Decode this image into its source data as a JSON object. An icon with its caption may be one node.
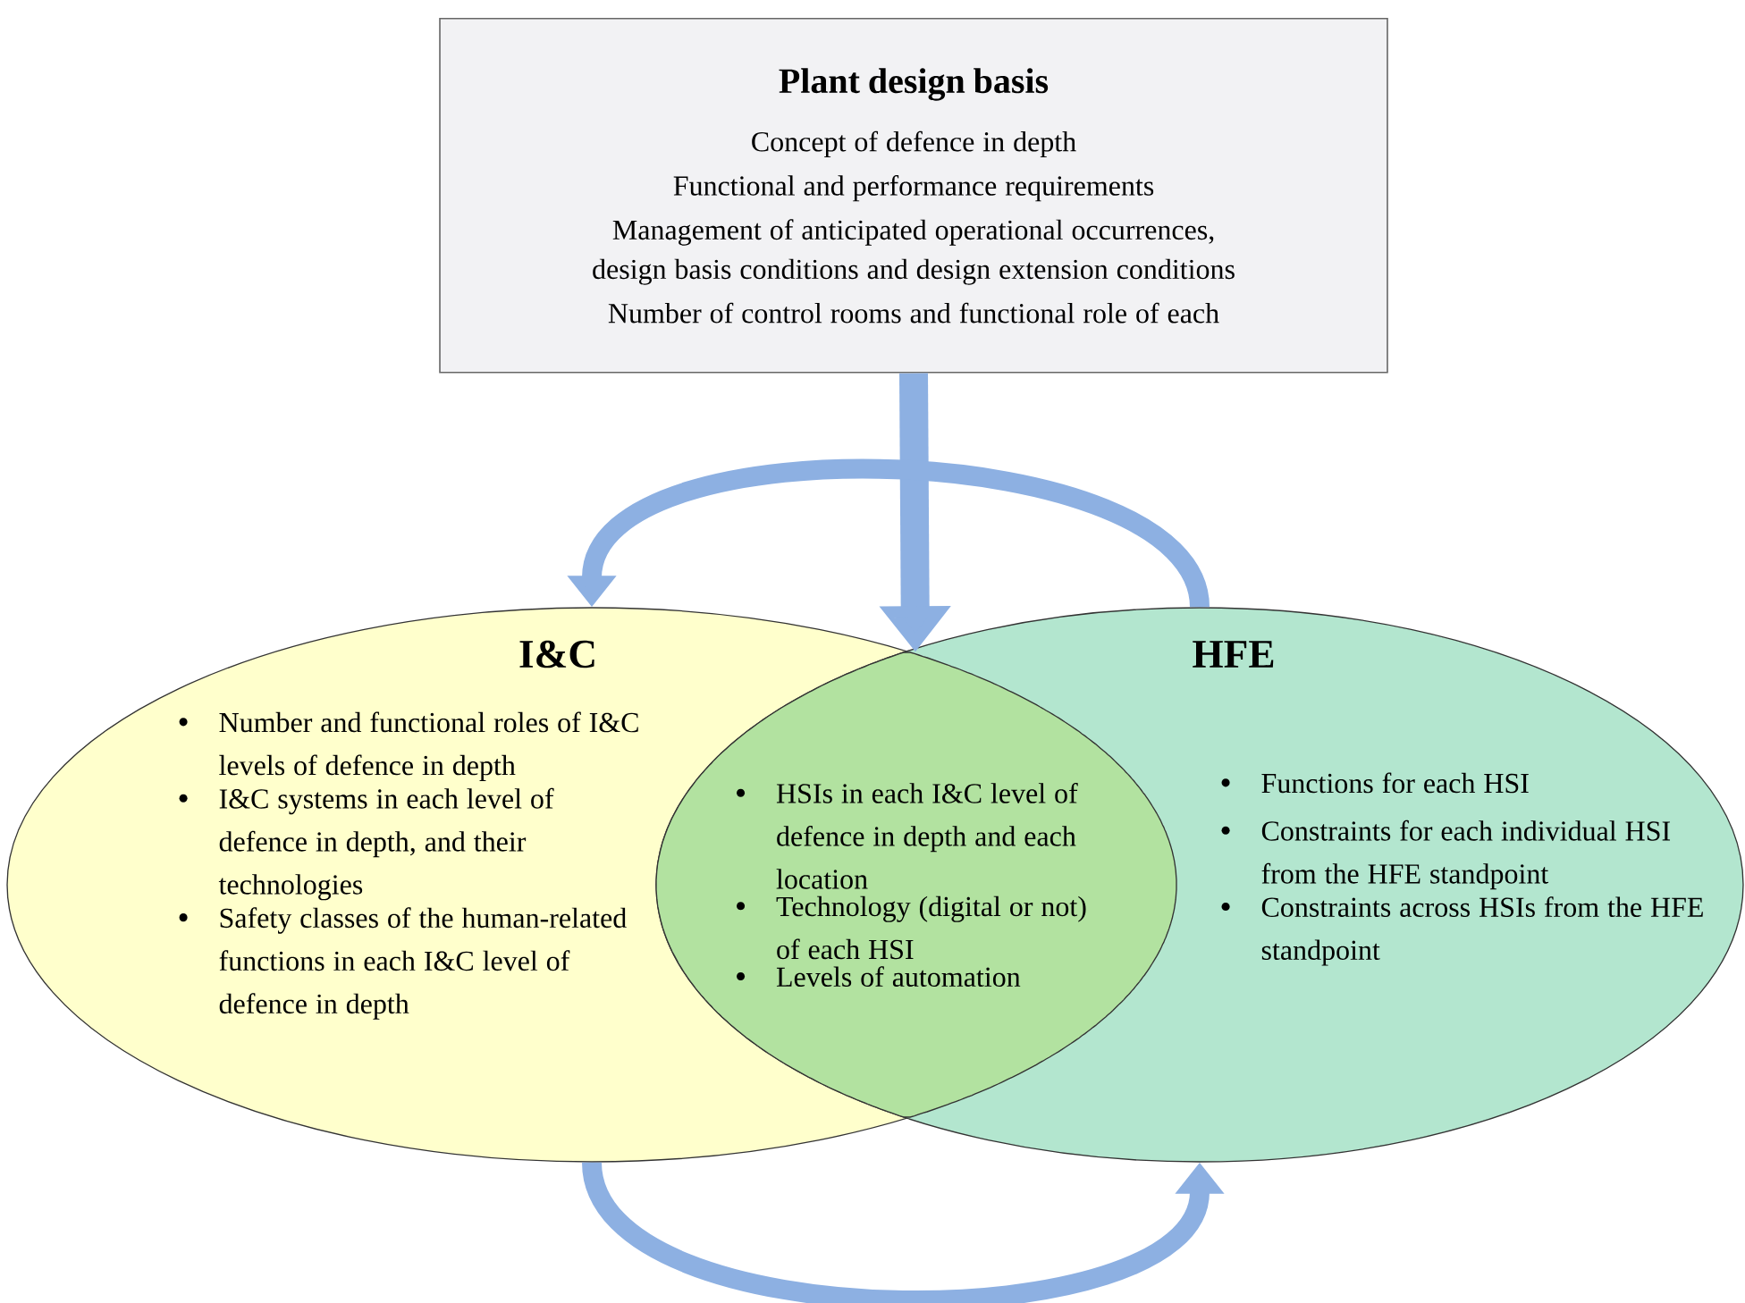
{
  "diagram": {
    "nodes": [
      {
        "text": [
          "Plant design basis",
          "Concept of defence in depth",
          "Functional and performance requirements",
          "Management of anticipated operational occurrences, design basis conditions and design extension conditions",
          "Number of control rooms and functional role of each"
        ]
      },
      {
        "text": [
          "I&C",
          "Number and functional roles of I&C levels of defence in depth",
          "I&C systems in each level of defence in depth, and their technologies",
          "Safety classes of the human-related functions in each I&C level of defence in depth"
        ]
      },
      {
        "text": [
          "HFE",
          "Functions for each HSI",
          "Constraints for each individual HSI from the HFE standpoint",
          "Constraints across HSIs from the HFE standpoint"
        ]
      },
      {
        "text": [
          "HSIs in each I&C level of defence in depth and each location",
          "Technology (digital or not) of each HSI",
          "Levels of automation"
        ]
      }
    ],
    "edges": [
      {
        "from": 0,
        "to": 3,
        "arrow": "to"
      },
      {
        "from": 2,
        "to": 1,
        "arrow": "to"
      },
      {
        "from": 1,
        "to": 2,
        "arrow": "to"
      }
    ]
  }
}
